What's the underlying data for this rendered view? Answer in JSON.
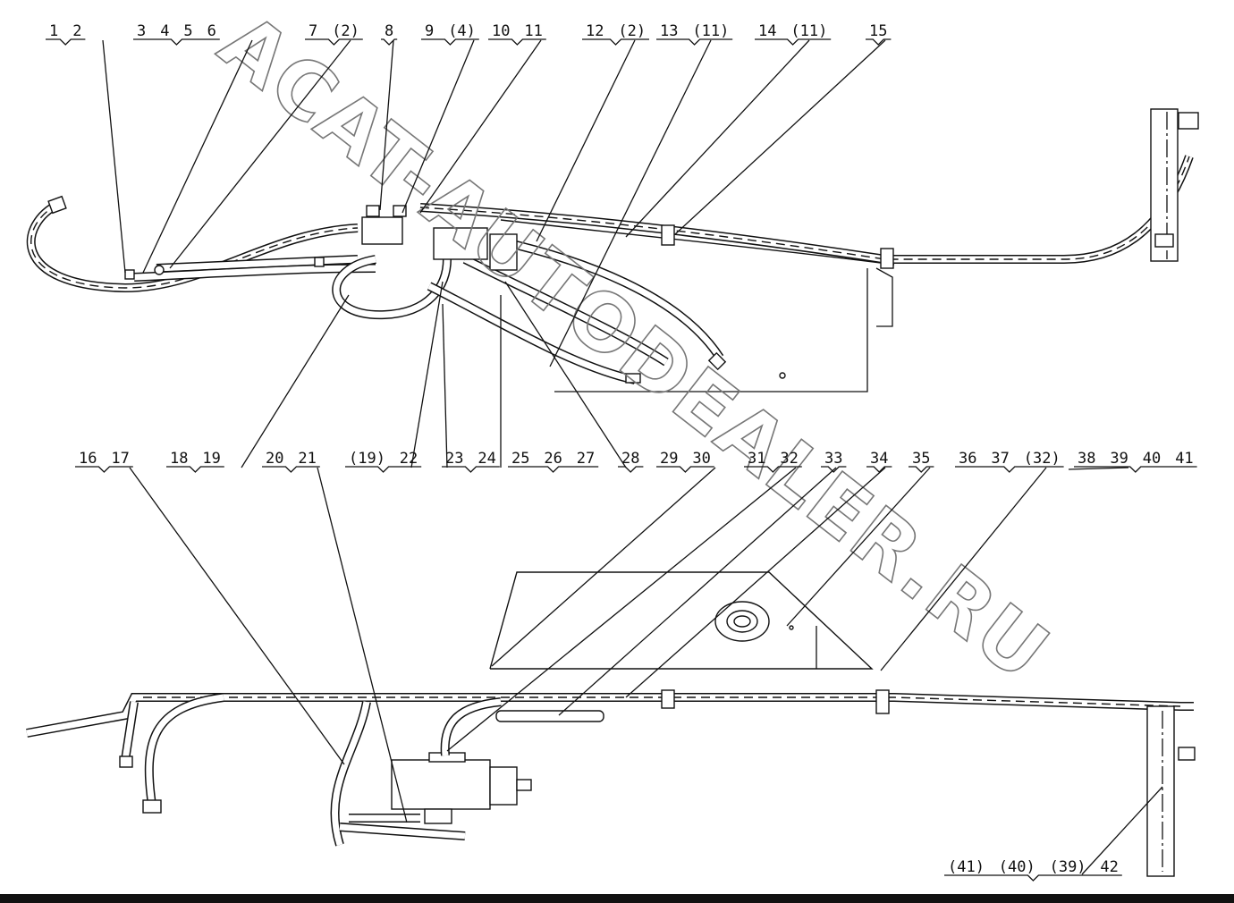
{
  "watermark": "ACAT-AUTODEALER.RU",
  "top_group_labels": [
    [
      "1",
      "2"
    ],
    [
      "3",
      "4",
      "5",
      "6"
    ],
    [
      "7",
      "(2)"
    ],
    [
      "8"
    ],
    [
      "9",
      "(4)"
    ],
    [
      "10",
      "11"
    ],
    [
      "12",
      "(2)"
    ],
    [
      "13",
      "(11)"
    ],
    [
      "14",
      "(11)"
    ],
    [
      "15"
    ]
  ],
  "middle_group_labels": [
    [
      "16",
      "17"
    ],
    [
      "18",
      "19"
    ],
    [
      "20",
      "21"
    ],
    [
      "(19)",
      "22"
    ],
    [
      "23",
      "24"
    ],
    [
      "25",
      "26",
      "27"
    ],
    [
      "28"
    ],
    [
      "29",
      "30"
    ],
    [
      "31",
      "32"
    ],
    [
      "33"
    ],
    [
      "34"
    ],
    [
      "35"
    ],
    [
      "36",
      "37",
      "(32)"
    ],
    [
      "38",
      "39",
      "40",
      "41"
    ]
  ],
  "bottom_group_labels": [
    [
      "(41)",
      "(40)",
      "(39)",
      "42"
    ]
  ]
}
